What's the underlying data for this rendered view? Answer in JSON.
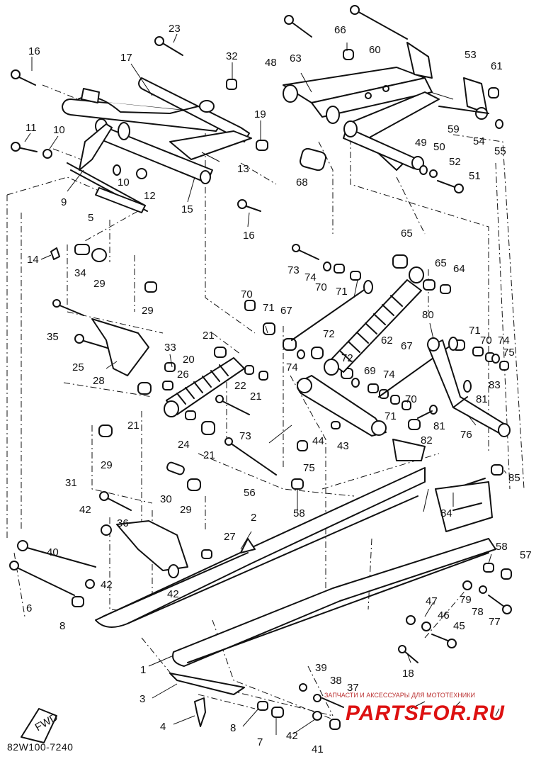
{
  "diagram_code": "82W100-7240",
  "fwd_label": "FWD",
  "watermark": {
    "caption": "ЗАПЧАСТИ И АКСЕССУАРЫ ДЛЯ МОТОТЕХНИКИ",
    "logo": "PARTSFOR.RU"
  },
  "callouts": [
    {
      "id": "c16a",
      "text": "16"
    },
    {
      "id": "c23",
      "text": "23"
    },
    {
      "id": "c17",
      "text": "17"
    },
    {
      "id": "c32",
      "text": "32"
    },
    {
      "id": "c11",
      "text": "11"
    },
    {
      "id": "c10a",
      "text": "10"
    },
    {
      "id": "c10b",
      "text": "10"
    },
    {
      "id": "c12",
      "text": "12"
    },
    {
      "id": "c9",
      "text": "9"
    },
    {
      "id": "c5",
      "text": "5"
    },
    {
      "id": "c13",
      "text": "13"
    },
    {
      "id": "c15",
      "text": "15"
    },
    {
      "id": "c19",
      "text": "19"
    },
    {
      "id": "c16b",
      "text": "16"
    },
    {
      "id": "c14",
      "text": "14"
    },
    {
      "id": "c34",
      "text": "34"
    },
    {
      "id": "c29a",
      "text": "29"
    },
    {
      "id": "c29b",
      "text": "29"
    },
    {
      "id": "c35",
      "text": "35"
    },
    {
      "id": "c25",
      "text": "25"
    },
    {
      "id": "c28",
      "text": "28"
    },
    {
      "id": "c33",
      "text": "33"
    },
    {
      "id": "c26",
      "text": "26"
    },
    {
      "id": "c20",
      "text": "20"
    },
    {
      "id": "c21a",
      "text": "21"
    },
    {
      "id": "c22",
      "text": "22"
    },
    {
      "id": "c21b",
      "text": "21"
    },
    {
      "id": "c21c",
      "text": "21"
    },
    {
      "id": "c21d",
      "text": "21"
    },
    {
      "id": "c24",
      "text": "24"
    },
    {
      "id": "c29c",
      "text": "29"
    },
    {
      "id": "c73a",
      "text": "73"
    },
    {
      "id": "c30",
      "text": "30"
    },
    {
      "id": "c29d",
      "text": "29"
    },
    {
      "id": "c31",
      "text": "31"
    },
    {
      "id": "c42a",
      "text": "42"
    },
    {
      "id": "c36",
      "text": "36"
    },
    {
      "id": "c27",
      "text": "27"
    },
    {
      "id": "c56",
      "text": "56"
    },
    {
      "id": "c40",
      "text": "40"
    },
    {
      "id": "c42b",
      "text": "42"
    },
    {
      "id": "c42c",
      "text": "42"
    },
    {
      "id": "c6",
      "text": "6"
    },
    {
      "id": "c8a",
      "text": "8"
    },
    {
      "id": "c2",
      "text": "2"
    },
    {
      "id": "c1",
      "text": "1"
    },
    {
      "id": "c3",
      "text": "3"
    },
    {
      "id": "c4",
      "text": "4"
    },
    {
      "id": "c8b",
      "text": "8"
    },
    {
      "id": "c7",
      "text": "7"
    },
    {
      "id": "c39",
      "text": "39"
    },
    {
      "id": "c38",
      "text": "38"
    },
    {
      "id": "c37",
      "text": "37"
    },
    {
      "id": "c42d",
      "text": "42"
    },
    {
      "id": "c41",
      "text": "41"
    },
    {
      "id": "c18",
      "text": "18"
    },
    {
      "id": "c63",
      "text": "63"
    },
    {
      "id": "c66",
      "text": "66"
    },
    {
      "id": "c60",
      "text": "60"
    },
    {
      "id": "c48",
      "text": "48"
    },
    {
      "id": "c53",
      "text": "53"
    },
    {
      "id": "c61",
      "text": "61"
    },
    {
      "id": "c59",
      "text": "59"
    },
    {
      "id": "c54",
      "text": "54"
    },
    {
      "id": "c55",
      "text": "55"
    },
    {
      "id": "c49",
      "text": "49"
    },
    {
      "id": "c50",
      "text": "50"
    },
    {
      "id": "c52",
      "text": "52"
    },
    {
      "id": "c51",
      "text": "51"
    },
    {
      "id": "c68",
      "text": "68"
    },
    {
      "id": "c65a",
      "text": "65"
    },
    {
      "id": "c65b",
      "text": "65"
    },
    {
      "id": "c64",
      "text": "64"
    },
    {
      "id": "c73b",
      "text": "73"
    },
    {
      "id": "c74a",
      "text": "74"
    },
    {
      "id": "c70a",
      "text": "70"
    },
    {
      "id": "c71a",
      "text": "71"
    },
    {
      "id": "c70b",
      "text": "70"
    },
    {
      "id": "c71b",
      "text": "71"
    },
    {
      "id": "c67a",
      "text": "67"
    },
    {
      "id": "c72a",
      "text": "72"
    },
    {
      "id": "c62",
      "text": "62"
    },
    {
      "id": "c74b",
      "text": "74"
    },
    {
      "id": "c72b",
      "text": "72"
    },
    {
      "id": "c69",
      "text": "69"
    },
    {
      "id": "c74c",
      "text": "74"
    },
    {
      "id": "c80",
      "text": "80"
    },
    {
      "id": "c67b",
      "text": "67"
    },
    {
      "id": "c71c",
      "text": "71"
    },
    {
      "id": "c70c",
      "text": "70"
    },
    {
      "id": "c74d",
      "text": "74"
    },
    {
      "id": "c75a",
      "text": "75"
    },
    {
      "id": "c83",
      "text": "83"
    },
    {
      "id": "c70d",
      "text": "70"
    },
    {
      "id": "c71d",
      "text": "71"
    },
    {
      "id": "c81a",
      "text": "81"
    },
    {
      "id": "c81b",
      "text": "81"
    },
    {
      "id": "c44",
      "text": "44"
    },
    {
      "id": "c43",
      "text": "43"
    },
    {
      "id": "c82",
      "text": "82"
    },
    {
      "id": "c76",
      "text": "76"
    },
    {
      "id": "c75b",
      "text": "75"
    },
    {
      "id": "c58a",
      "text": "58"
    },
    {
      "id": "c85",
      "text": "85"
    },
    {
      "id": "c84",
      "text": "84"
    },
    {
      "id": "c58b",
      "text": "58"
    },
    {
      "id": "c57",
      "text": "57"
    },
    {
      "id": "c79",
      "text": "79"
    },
    {
      "id": "c78",
      "text": "78"
    },
    {
      "id": "c77",
      "text": "77"
    },
    {
      "id": "c47",
      "text": "47"
    },
    {
      "id": "c46",
      "text": "46"
    },
    {
      "id": "c45",
      "text": "45"
    }
  ]
}
